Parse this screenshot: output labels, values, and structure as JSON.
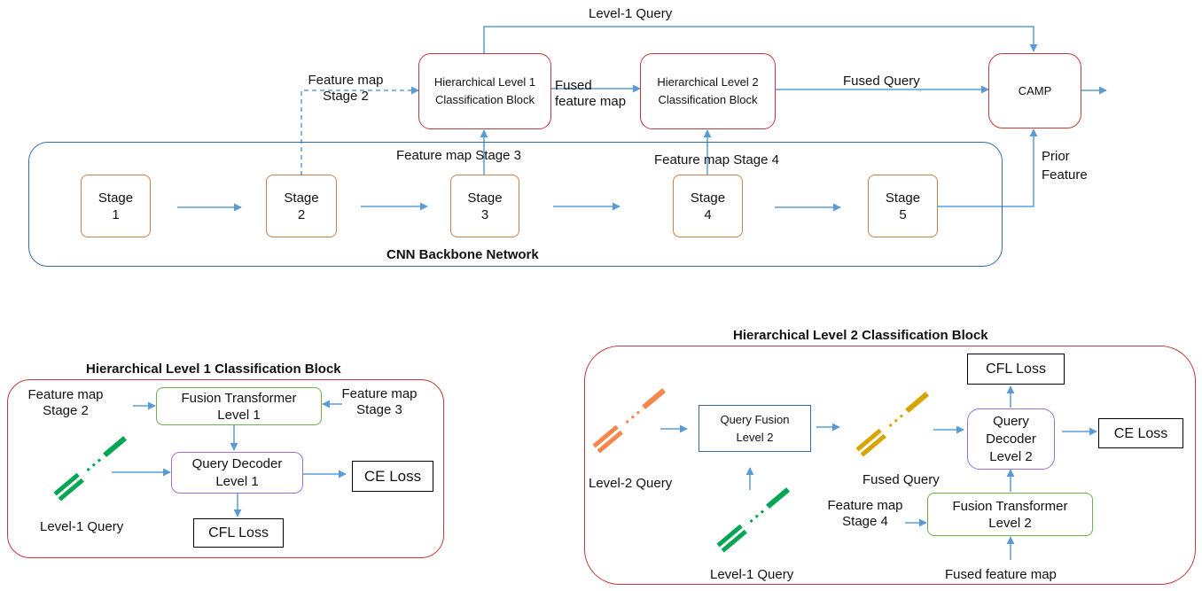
{
  "top": {
    "backbone_label": "CNN Backbone Network",
    "stages": [
      "Stage\n1",
      "Stage\n2",
      "Stage\n3",
      "Stage\n4",
      "Stage\n5"
    ],
    "hl1_block": "Hierarchical Level 1\nClassification Block",
    "hl2_block": "Hierarchical Level 2\nClassification Block",
    "camp": "CAMP",
    "level1_query": "Level-1 Query",
    "feature_map_stage2": "Feature map\nStage  2",
    "fused_feature_map": "Fused\nfeature map",
    "fused_query": "Fused Query",
    "feature_map_stage3": "Feature map Stage 3",
    "feature_map_stage4": "Feature map Stage  4",
    "prior_feature": "Prior\nFeature"
  },
  "hl1_panel": {
    "title": "Hierarchical Level 1 Classification Block",
    "fmap_stage2": "Feature map\nStage  2",
    "fmap_stage3": "Feature map\nStage  3",
    "fusion_transformer": "Fusion Transformer\nLevel 1",
    "query_decoder": "Query Decoder\nLevel 1",
    "ce_loss": "CE Loss",
    "cfl_loss": "CFL Loss",
    "level1_query": "Level-1 Query"
  },
  "hl2_panel": {
    "title": "Hierarchical Level 2 Classification Block",
    "cfl_loss": "CFL  Loss",
    "query_decoder": "Query\nDecoder\nLevel 2",
    "ce_loss": "CE  Loss",
    "query_fusion": "Query Fusion\nLevel  2",
    "level2_query": "Level-2 Query",
    "fused_query": "Fused Query",
    "fmap_stage4": "Feature map\nStage  4",
    "fusion_transformer": "Fusion Transformer\nLevel 2",
    "level1_query": "Level-1 Query",
    "fused_feature_map": "Fused feature map"
  },
  "colors": {
    "arrow": "#5b9bd5",
    "stage_border": "#c9814a",
    "block_border": "#c0393b",
    "backbone_border": "#2e6ca4",
    "green_border": "#70ad47",
    "purple_border": "#9e6fd1",
    "level1_query_icon": "#00a651",
    "level2_query_icon": "#f4874b",
    "fused_query_icon": "#d9a400"
  }
}
